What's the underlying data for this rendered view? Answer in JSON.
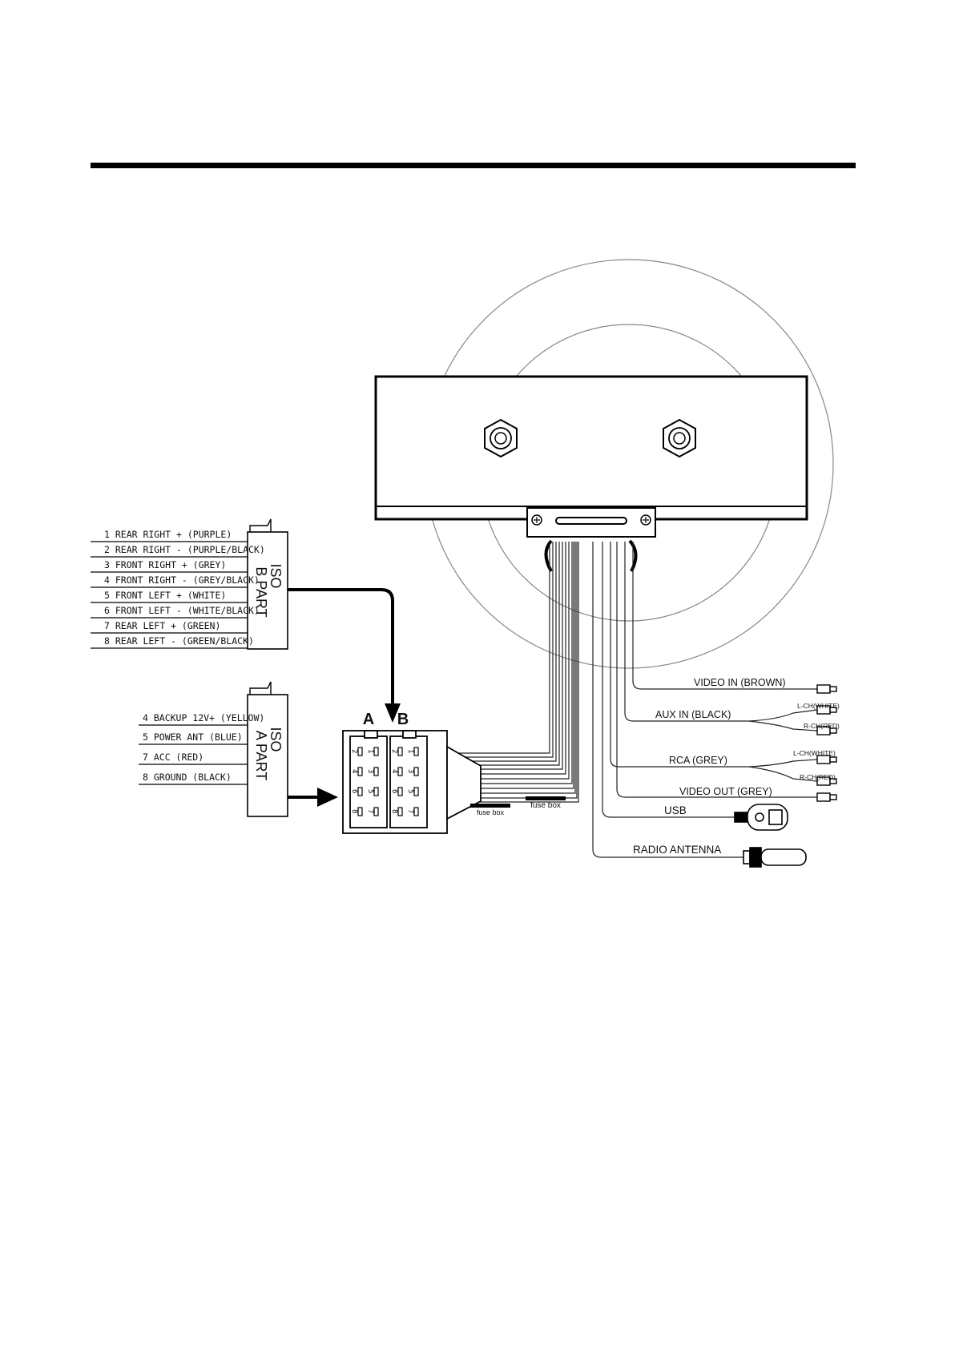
{
  "iso_b": {
    "label_line1": "ISO",
    "label_line2": "B  PART",
    "wires": [
      "1 REAR RIGHT + (PURPLE)",
      "2 REAR RIGHT - (PURPLE/BLACK)",
      "3 FRONT RIGHT + (GREY)",
      "4 FRONT RIGHT - (GREY/BLACK)",
      "5 FRONT LEFT + (WHITE)",
      "6 FRONT LEFT - (WHITE/BLACK)",
      "7 REAR LEFT + (GREEN)",
      "8 REAR LEFT - (GREEN/BLACK)"
    ]
  },
  "iso_a": {
    "label_line1": "ISO",
    "label_line2": "A  PART",
    "wires": [
      "4 BACKUP 12V+ (YELLOW)",
      "5 POWER ANT (BLUE)",
      "7 ACC (RED)",
      "8 GROUND (BLACK)"
    ]
  },
  "connector": {
    "label_a": "A",
    "label_b": "B",
    "pins": [
      "1",
      "2",
      "3",
      "4",
      "5",
      "6",
      "7",
      "8"
    ],
    "fuse_box_1": "fuse box",
    "fuse_box_2": "fuse box"
  },
  "outputs": {
    "video_in": "VIDEO IN (BROWN)",
    "aux_in": "AUX IN (BLACK)",
    "aux_l": "L-CH(WHITE)",
    "aux_r": "R-CH(RED)",
    "rca": "RCA (GREY)",
    "rca_l": "L-CH(WHITE)",
    "rca_r": "R-CH(RED)",
    "video_out": "VIDEO OUT (GREY)",
    "usb": "USB",
    "radio_antenna": "RADIO ANTENNA"
  }
}
